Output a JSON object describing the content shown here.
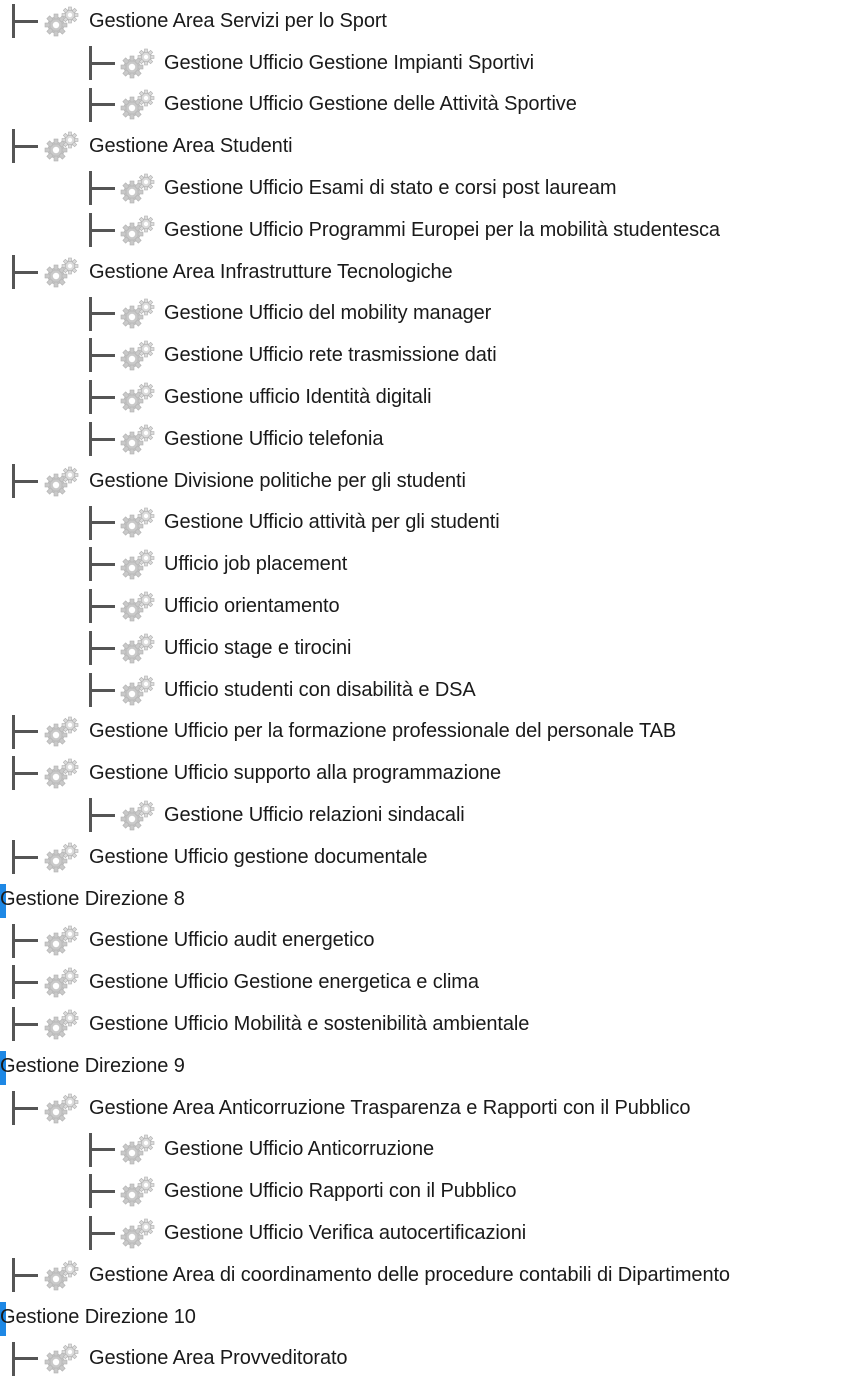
{
  "tree": {
    "rows": [
      {
        "level": 1,
        "label": "Gestione Area Servizi per lo Sport"
      },
      {
        "level": 2,
        "label": "Gestione Ufficio Gestione Impianti Sportivi"
      },
      {
        "level": 2,
        "label": "Gestione Ufficio Gestione delle Attività Sportive"
      },
      {
        "level": 1,
        "label": "Gestione Area Studenti"
      },
      {
        "level": 2,
        "label": "Gestione Ufficio Esami di stato e corsi post lauream"
      },
      {
        "level": 2,
        "label": "Gestione Ufficio Programmi Europei per la mobilità studentesca"
      },
      {
        "level": 1,
        "label": "Gestione Area Infrastrutture Tecnologiche"
      },
      {
        "level": 2,
        "label": "Gestione Ufficio del mobility manager"
      },
      {
        "level": 2,
        "label": "Gestione Ufficio rete trasmissione dati"
      },
      {
        "level": 2,
        "label": "Gestione ufficio Identità digitali"
      },
      {
        "level": 2,
        "label": "Gestione Ufficio telefonia"
      },
      {
        "level": 1,
        "label": "Gestione Divisione politiche per gli studenti"
      },
      {
        "level": 2,
        "label": "Gestione Ufficio attività per gli studenti"
      },
      {
        "level": 2,
        "label": "Ufficio job placement"
      },
      {
        "level": 2,
        "label": "Ufficio orientamento"
      },
      {
        "level": 2,
        "label": "Ufficio stage e tirocini"
      },
      {
        "level": 2,
        "label": "Ufficio studenti con disabilità e DSA"
      },
      {
        "level": 1,
        "label": "Gestione Ufficio per la formazione professionale del personale TAB"
      },
      {
        "level": 1,
        "label": "Gestione Ufficio supporto alla programmazione"
      },
      {
        "level": 2,
        "label": "Gestione Ufficio relazioni sindacali"
      },
      {
        "level": 1,
        "label": "Gestione Ufficio gestione documentale"
      },
      {
        "level": 0,
        "label": "Gestione Direzione 8"
      },
      {
        "level": 1,
        "label": "Gestione Ufficio audit energetico"
      },
      {
        "level": 1,
        "label": "Gestione Ufficio Gestione energetica e clima"
      },
      {
        "level": 1,
        "label": "Gestione Ufficio Mobilità e sostenibilità ambientale"
      },
      {
        "level": 0,
        "label": "Gestione Direzione 9"
      },
      {
        "level": 1,
        "label": "Gestione Area Anticorruzione Trasparenza e Rapporti con il Pubblico"
      },
      {
        "level": 2,
        "label": "Gestione Ufficio Anticorruzione"
      },
      {
        "level": 2,
        "label": "Gestione Ufficio Rapporti con il Pubblico"
      },
      {
        "level": 2,
        "label": "Gestione Ufficio Verifica autocertificazioni"
      },
      {
        "level": 1,
        "label": "Gestione Area di coordinamento delle procedure contabili di Dipartimento"
      },
      {
        "level": 0,
        "label": "Gestione Direzione 10"
      },
      {
        "level": 1,
        "label": "Gestione Area Provveditorato"
      }
    ]
  },
  "icons": {
    "node": "gears-icon"
  },
  "colors": {
    "connector": "#555555",
    "marker": "#1e88e5",
    "gear_main": "#c8c8c8",
    "gear_small": "#d6d6d6"
  }
}
